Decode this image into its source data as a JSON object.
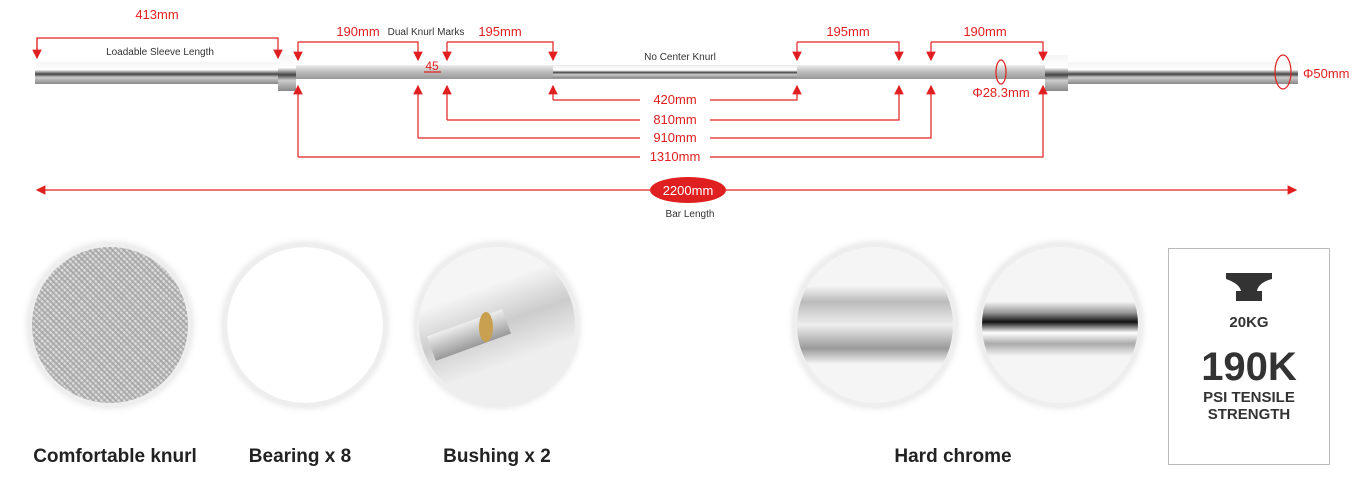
{
  "diagram": {
    "sleeve_length": "413mm",
    "sleeve_label": "Loadable Sleeve Length",
    "knurl_left": "190mm",
    "dual_knurl_label": "Dual Knurl Marks",
    "knurl_left_inner": "195mm",
    "mark_gap": "45",
    "center_label": "No Center Knurl",
    "knurl_right_inner": "195mm",
    "knurl_right": "190mm",
    "dim_420": "420mm",
    "dim_810": "810mm",
    "dim_910": "910mm",
    "dim_1310": "1310mm",
    "shaft_diameter": "Φ28.3mm",
    "sleeve_diameter": "Φ50mm",
    "bar_length": "2200mm",
    "bar_length_label": "Bar Length",
    "accent": "#e02020"
  },
  "features": [
    {
      "label": "Comfortable knurl",
      "icon": "knurl-image"
    },
    {
      "label": "Bearing x 8",
      "icon": "bearing-image"
    },
    {
      "label": "Bushing x 2",
      "icon": "bushing-image"
    },
    {
      "label": "Hard chrome",
      "icon": "chrome-image"
    }
  ],
  "spec": {
    "weight": "20KG",
    "tensile": "190K",
    "tensile_label_1": "PSI TENSILE",
    "tensile_label_2": "STRENGTH",
    "icon": "anvil-icon"
  }
}
